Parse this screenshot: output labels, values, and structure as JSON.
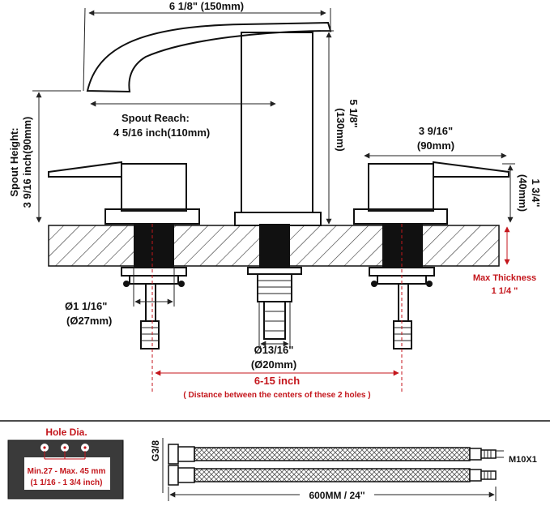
{
  "dimensions": {
    "total_width": "6 1/8\" (150mm)",
    "total_height_in": "5 1/8\"",
    "total_height_mm": "(130mm)",
    "spout_reach_label": "Spout Reach:",
    "spout_reach_value": "4 5/16 inch(110mm)",
    "spout_height_label": "Spout Height:",
    "spout_height_value": "3 9/16 inch(90mm)",
    "handle_width_in": "3 9/16\"",
    "handle_width_mm": "(90mm)",
    "handle_height_in": "1 3/4\"",
    "handle_height_mm": "(40mm)",
    "max_thickness_label": "Max Thickness",
    "max_thickness_value": "1 1/4 \"",
    "handle_shank_in": "Ø1 1/16\"",
    "handle_shank_mm": "(Ø27mm)",
    "spout_shank_in": "Ø13/16\"",
    "spout_shank_mm": "(Ø20mm)",
    "center_distance": "6-15 inch",
    "center_distance_note": "( Distance between the centers of these 2 holes )"
  },
  "hole_panel": {
    "title": "Hole Dia.",
    "range": "Min.27 - Max. 45 mm",
    "range_in": "(1 1/16 - 1 3/4 inch)"
  },
  "hose_panel": {
    "fitting_left": "G3/8",
    "fitting_right": "M10X1",
    "length": "600MM / 24''"
  },
  "colors": {
    "accent_red": "#c4161c",
    "line": "#111111",
    "panel_dark": "#3a3a3a"
  }
}
